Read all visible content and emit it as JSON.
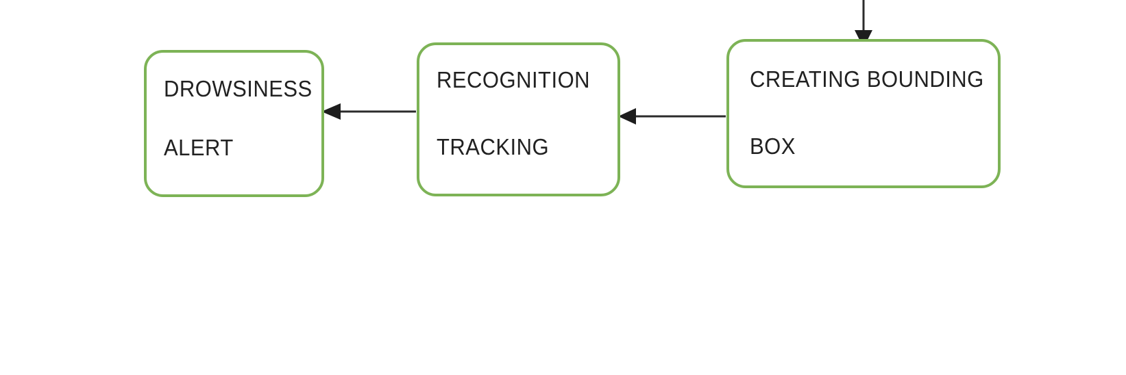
{
  "diagram": {
    "type": "flowchart",
    "nodes": [
      {
        "id": "drowsiness-alert",
        "line1": "DROWSINESS",
        "line2": "ALERT"
      },
      {
        "id": "recognition-tracking",
        "line1": "RECOGNITION",
        "line2": "TRACKING"
      },
      {
        "id": "creating-bounding-box",
        "line1": "CREATING BOUNDING",
        "line2": "BOX"
      }
    ],
    "edges": [
      {
        "from": "offscreen-top",
        "to": "creating-bounding-box",
        "direction": "down"
      },
      {
        "from": "creating-bounding-box",
        "to": "recognition-tracking",
        "direction": "left"
      },
      {
        "from": "recognition-tracking",
        "to": "drowsiness-alert",
        "direction": "left"
      }
    ],
    "colors": {
      "node_border": "#7db356",
      "node_fill": "#ffffff",
      "arrow": "#2b2b2b",
      "text": "#212121",
      "background": "#ffffff"
    }
  }
}
